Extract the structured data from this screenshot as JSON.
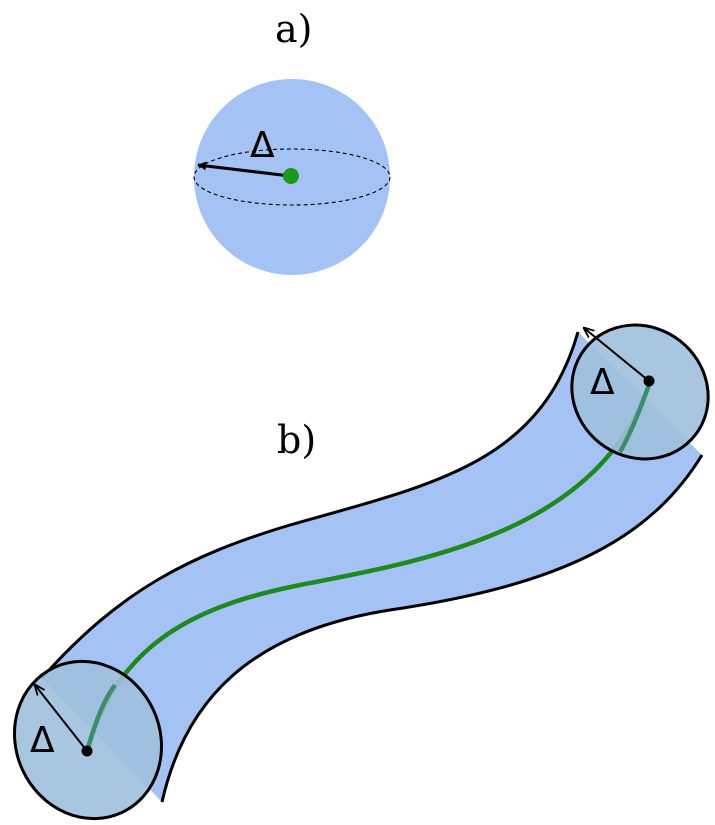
{
  "panel_a": {
    "label": "a)",
    "radius_symbol": "Δ"
  },
  "panel_b": {
    "label": "b)",
    "radius_symbol_start": "Δ",
    "radius_symbol_end": "Δ"
  },
  "colors": {
    "sphere_fill": "#a4c2f4",
    "tube_fill": "#a4c2f4",
    "cap_fill": "#9fc0dc",
    "center_curve": "#1e8a1e",
    "center_dot_sphere": "#1a9a1a",
    "outline": "#000000"
  }
}
